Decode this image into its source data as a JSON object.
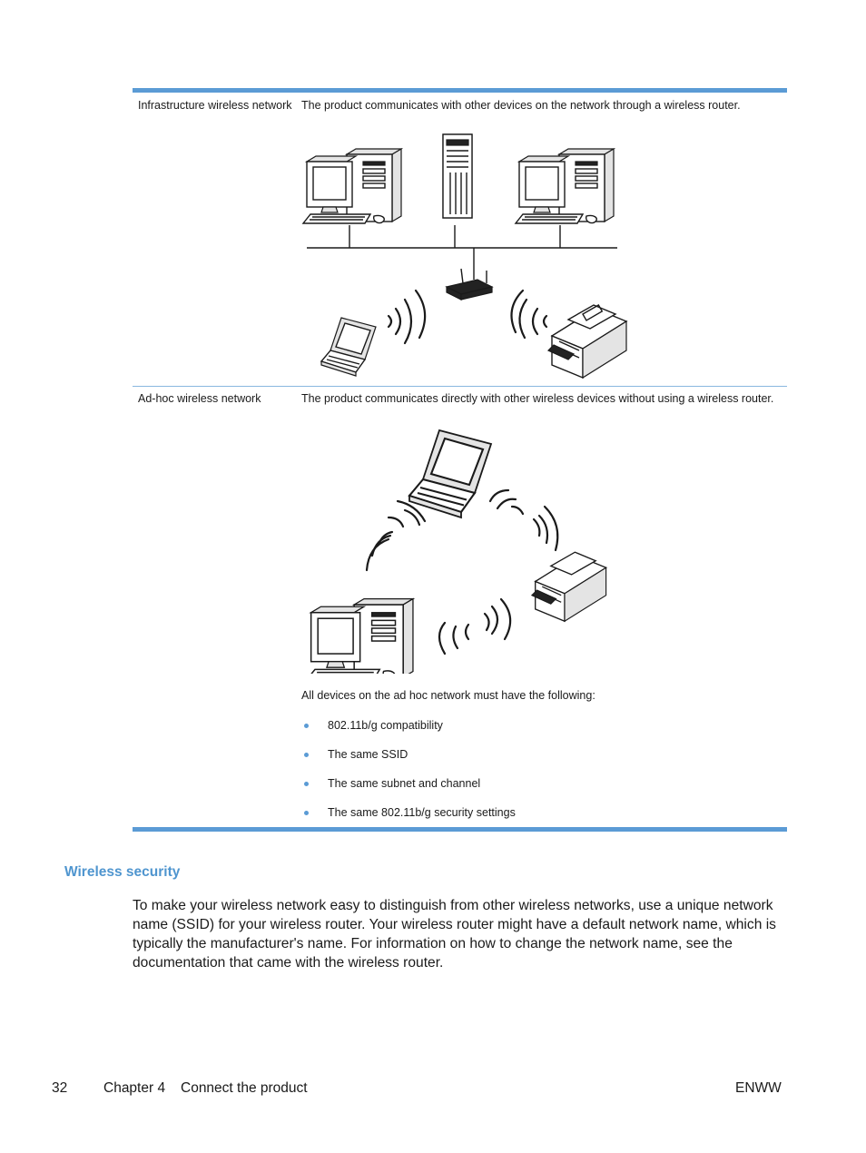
{
  "table": {
    "row1": {
      "label": "Infrastructure wireless network",
      "description": "The product communicates with other devices on the network through a wireless router."
    },
    "row2": {
      "label": "Ad-hoc wireless network",
      "description": "The product communicates directly with other wireless devices without using a wireless router.",
      "intro": "All devices on the ad hoc network must have the following:",
      "requirements": [
        "802.11b/g compatibility",
        "The same SSID",
        "The same subnet and channel",
        "The same 802.11b/g security settings"
      ]
    }
  },
  "section": {
    "heading": "Wireless security",
    "paragraph_lines": [
      "To make your wireless network easy to distinguish from other wireless networks, use a unique network",
      "name (SSID) for your wireless router. Your wireless router might have a default network name, which is",
      "typically the manufacturer's name. For information on how to change the network name, see the",
      "documentation that came with the wireless router."
    ]
  },
  "footer": {
    "page_number": "32",
    "chapter": "Chapter 4",
    "chapter_title": "Connect the product",
    "doc_code": "ENWW"
  },
  "colors": {
    "accent": "#5b9bd5",
    "heading": "#4f95cf"
  }
}
